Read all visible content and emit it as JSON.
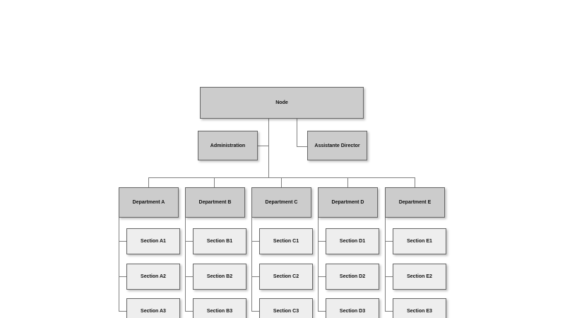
{
  "org": {
    "root": {
      "label": "Node"
    },
    "staff": [
      {
        "label": "Administration"
      },
      {
        "label": "Assistante Director"
      }
    ],
    "departments": [
      {
        "label": "Department A",
        "sections": [
          "Section A1",
          "Section A2",
          "Section A3"
        ]
      },
      {
        "label": "Department B",
        "sections": [
          "Section B1",
          "Section B2",
          "Section B3"
        ]
      },
      {
        "label": "Department C",
        "sections": [
          "Section C1",
          "Section C2",
          "Section C3"
        ]
      },
      {
        "label": "Department D",
        "sections": [
          "Section D1",
          "Section D2",
          "Section D3"
        ]
      },
      {
        "label": "Department E",
        "sections": [
          "Section E1",
          "Section E2",
          "Section E3"
        ]
      }
    ]
  },
  "colors": {
    "background": "#ffffff",
    "node_fill": "#cccccc",
    "section_fill": "#eeeeee",
    "box_border": "#666666",
    "connector": "#808080",
    "text": "#111111"
  }
}
